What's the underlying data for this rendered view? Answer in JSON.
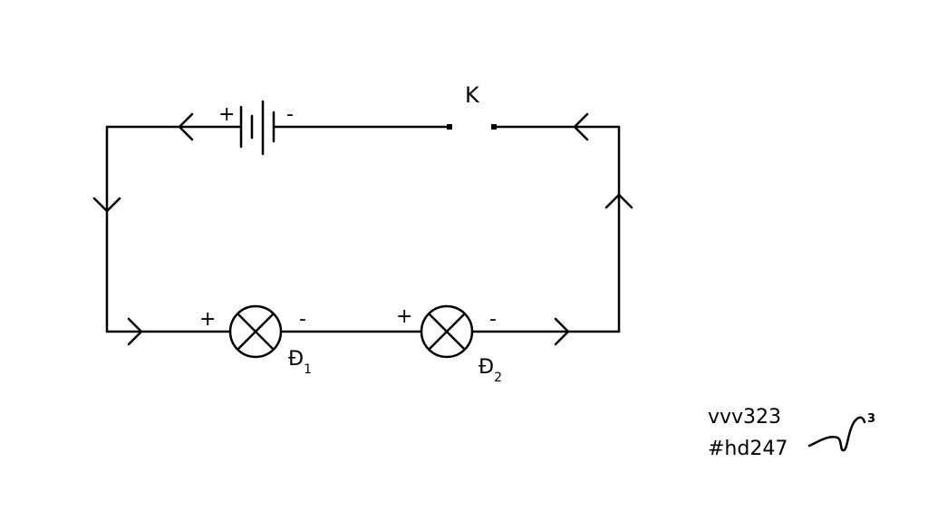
{
  "diagram": {
    "switch_label": "K",
    "battery": {
      "plus": "+",
      "minus": "-"
    },
    "lamp1": {
      "name": "Đ",
      "subscript": "1",
      "plus": "+",
      "minus": "-"
    },
    "lamp2": {
      "name": "Đ",
      "subscript": "2",
      "plus": "+",
      "minus": "-"
    },
    "wire_color": "#000000"
  },
  "credit": {
    "line1": "vvv323",
    "line2": "#hd247",
    "signature_superscript": "3"
  }
}
